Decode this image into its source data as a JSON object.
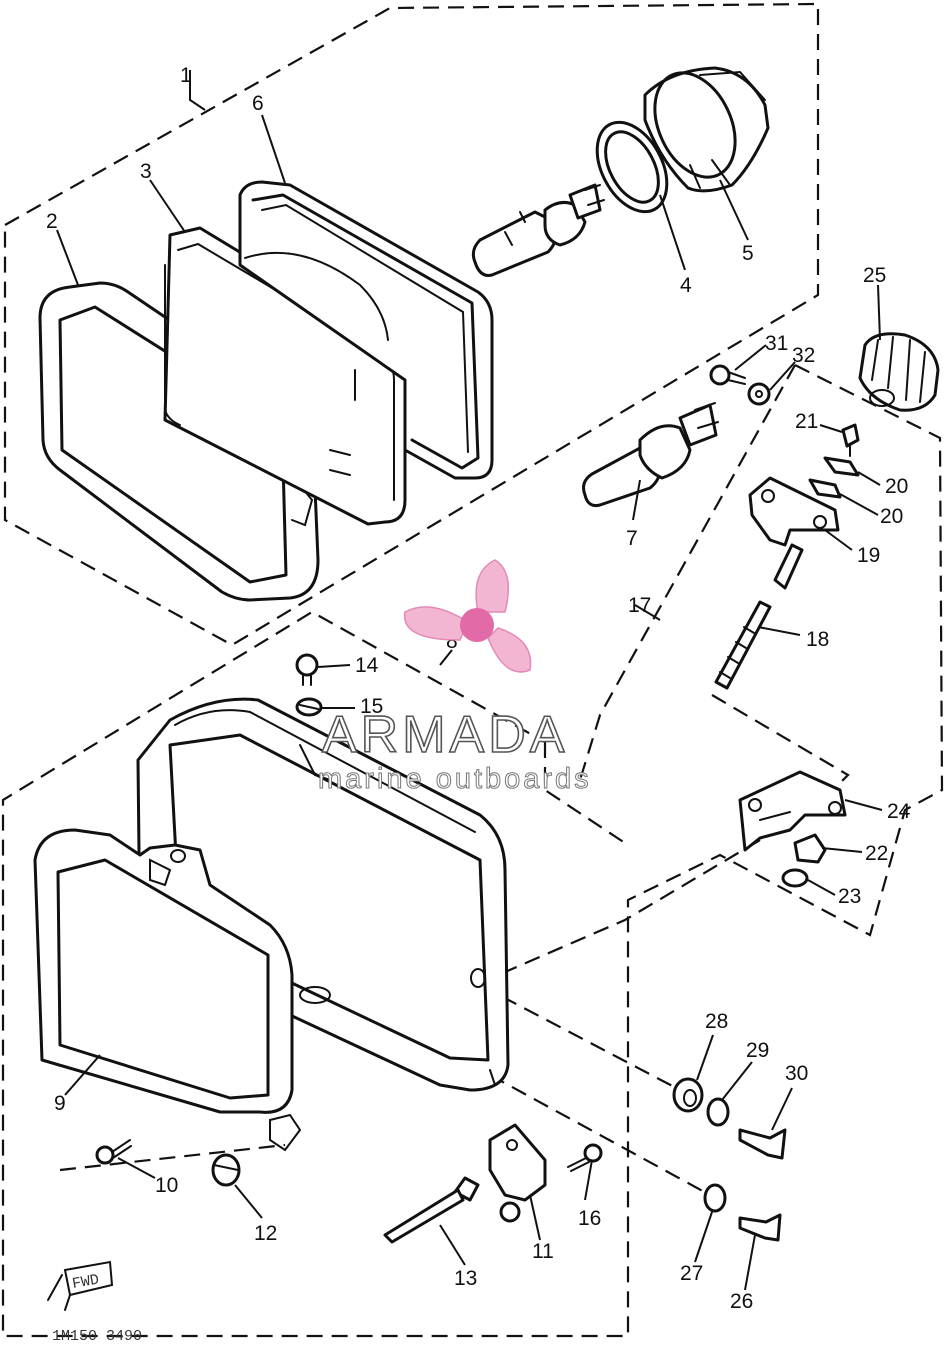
{
  "diagram": {
    "callouts": [
      "1",
      "2",
      "3",
      "4",
      "5",
      "6",
      "7",
      "8",
      "9",
      "10",
      "11",
      "12",
      "13",
      "14",
      "15",
      "16",
      "17",
      "18",
      "19",
      "20",
      "20",
      "21",
      "22",
      "23",
      "24",
      "25",
      "26",
      "27",
      "28",
      "29",
      "30",
      "31",
      "32"
    ],
    "drawing_code": "1M150 3490",
    "fwd_label": "FWD"
  },
  "watermark": {
    "brand": "ARMADA",
    "subtitle": "marine outboards",
    "logo_colors": {
      "blade": "#f2b6d2",
      "hub": "#e26aa6"
    }
  }
}
